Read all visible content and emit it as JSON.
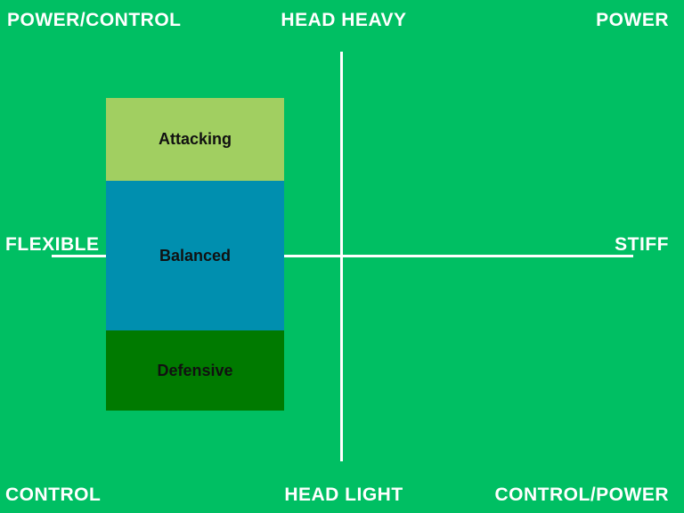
{
  "labels": {
    "top_left": "POWER/CONTROL",
    "top_center": "HEAD HEAVY",
    "top_right": "POWER",
    "middle_left": "FLEXIBLE",
    "middle_right": "STIFF",
    "bottom_left": "CONTROL",
    "bottom_center": "HEAD LIGHT",
    "bottom_right": "CONTROL/POWER"
  },
  "blocks": {
    "attacking": "Attacking",
    "balanced": "Balanced",
    "defensive": "Defensive"
  },
  "colors": {
    "background": "#00BF63",
    "axis": "#ffffff",
    "attacking": "#A1CF61",
    "balanced": "#008FAF",
    "defensive": "#007A00"
  }
}
